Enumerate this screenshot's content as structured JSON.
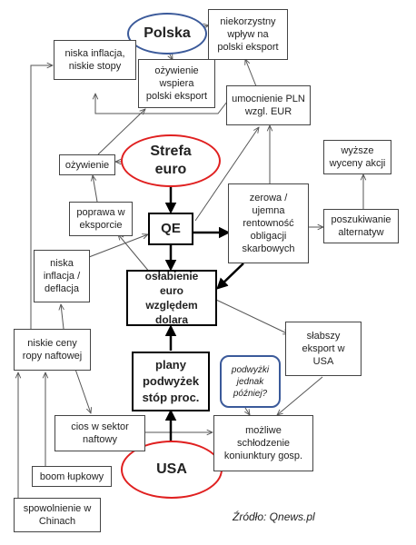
{
  "ellipses": {
    "polska": "Polska",
    "strefa_euro": "Strefa\neuro",
    "usa": "USA"
  },
  "boxes": {
    "niekorzystny": "niekorzystny\nwpływ na\npolski eksport",
    "niska_inflacja_stopy": "niska inflacja,\nniskie stopy",
    "ozywienie_wspiera": "ożywienie\nwspiera\npolski eksport",
    "umocnienie_pln": "umocnienie PLN\nwzgl. EUR",
    "ozywienie": "ożywienie",
    "wyzsze_wyceny": "wyższe\nwyceny akcji",
    "poprawa": "poprawa w\neksporcie",
    "qe": "QE",
    "zerowa": "zerowa /\nujemna\nrentowność\nobligacji\nskarbowych",
    "poszukiwanie": "poszukiwanie\nalternatyw",
    "niska_deflacja": "niska\ninflacja /\ndeflacja",
    "oslabienie": "osłabienie euro\nwzględem\ndolara",
    "niskie_ceny": "niskie ceny\nropy naftowej",
    "slabszy": "słabszy\neksport w\nUSA",
    "plany": "plany\npodwyżek\nstóp proc.",
    "podwyzki": "podwyżki\njednak\npóźniej?",
    "cios": "cios w sektor\nnaftowy",
    "mozliwe": "możliwe\nschłodzenie\nkoniunktury gosp.",
    "boom": "boom łupkowy",
    "spowolnienie": "spowolnienie w\nChinach"
  },
  "source": "Źródło: Qnews.pl",
  "colors": {
    "polska_border": "#3b5a9a",
    "red_border": "#e02020",
    "line": "#555555",
    "thick": "#000000"
  }
}
